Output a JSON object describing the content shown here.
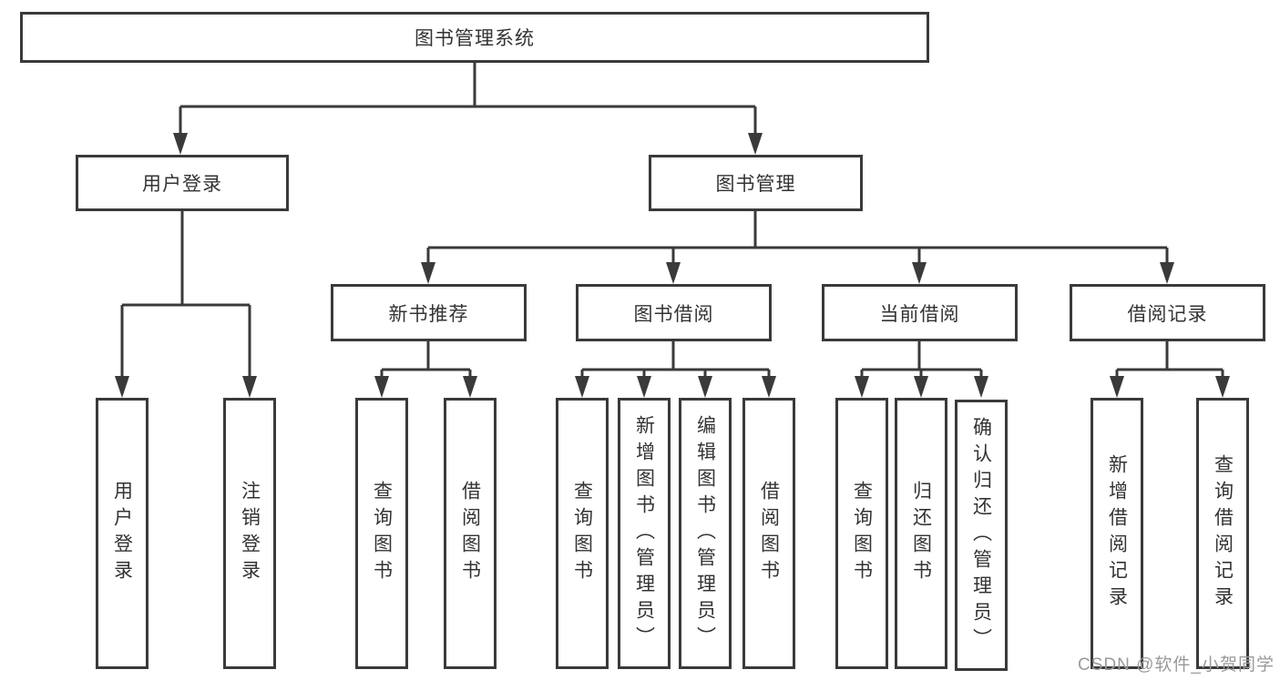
{
  "title": {
    "label": "图书管理系统"
  },
  "level2": [
    {
      "label": "用户登录"
    },
    {
      "label": "图书管理"
    }
  ],
  "level3": [
    {
      "label": "新书推荐"
    },
    {
      "label": "图书借阅"
    },
    {
      "label": "当前借阅"
    },
    {
      "label": "借阅记录"
    }
  ],
  "leaves": [
    {
      "label": "用户登录",
      "parent": "用户登录"
    },
    {
      "label": "注销登录",
      "parent": "用户登录"
    },
    {
      "label": "查询图书",
      "parent": "新书推荐"
    },
    {
      "label": "借阅图书",
      "parent": "新书推荐"
    },
    {
      "label": "查询图书",
      "parent": "图书借阅"
    },
    {
      "label": "新增图书（管理员）",
      "parent": "图书借阅"
    },
    {
      "label": "编辑图书（管理员）",
      "parent": "图书借阅"
    },
    {
      "label": "借阅图书",
      "parent": "图书借阅"
    },
    {
      "label": "查询图书",
      "parent": "当前借阅"
    },
    {
      "label": "归还图书",
      "parent": "当前借阅"
    },
    {
      "label": "确认归还（管理员）",
      "parent": "当前借阅"
    },
    {
      "label": "新增借阅记录",
      "parent": "借阅记录"
    },
    {
      "label": "查询借阅记录",
      "parent": "借阅记录"
    }
  ],
  "watermark": {
    "text": "CSDN @软件_小贺同学"
  },
  "colors": {
    "line": "#3a3a3a",
    "text": "#333333",
    "watermark": "#9a9a9a",
    "background": "#ffffff"
  }
}
